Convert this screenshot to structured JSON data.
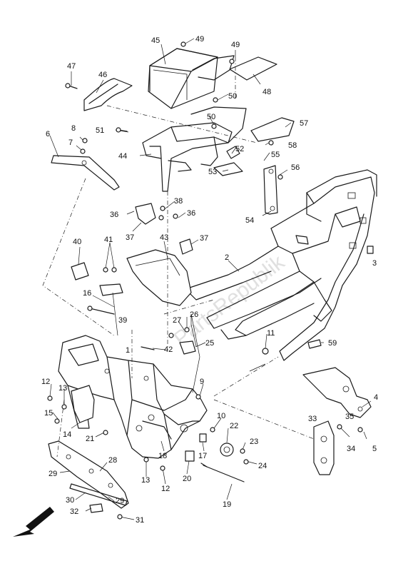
{
  "watermark": "PartsRepublik",
  "callouts": [
    {
      "id": "c1",
      "label": "1"
    },
    {
      "id": "c2",
      "label": "2"
    },
    {
      "id": "c3",
      "label": "3"
    },
    {
      "id": "c4",
      "label": "4"
    },
    {
      "id": "c5",
      "label": "5"
    },
    {
      "id": "c6",
      "label": "6"
    },
    {
      "id": "c7",
      "label": "7"
    },
    {
      "id": "c8",
      "label": "8"
    },
    {
      "id": "c9",
      "label": "9"
    },
    {
      "id": "c10",
      "label": "10"
    },
    {
      "id": "c11",
      "label": "11"
    },
    {
      "id": "c12a",
      "label": "12"
    },
    {
      "id": "c12b",
      "label": "12"
    },
    {
      "id": "c13a",
      "label": "13"
    },
    {
      "id": "c13b",
      "label": "13"
    },
    {
      "id": "c14",
      "label": "14"
    },
    {
      "id": "c15",
      "label": "15"
    },
    {
      "id": "c16",
      "label": "16"
    },
    {
      "id": "c17",
      "label": "17"
    },
    {
      "id": "c18",
      "label": "18"
    },
    {
      "id": "c19",
      "label": "19"
    },
    {
      "id": "c20",
      "label": "20"
    },
    {
      "id": "c21",
      "label": "21"
    },
    {
      "id": "c22",
      "label": "22"
    },
    {
      "id": "c23",
      "label": "23"
    },
    {
      "id": "c24",
      "label": "24"
    },
    {
      "id": "c25",
      "label": "25"
    },
    {
      "id": "c26",
      "label": "26"
    },
    {
      "id": "c27",
      "label": "27"
    },
    {
      "id": "c28",
      "label": "28"
    },
    {
      "id": "c29a",
      "label": "29"
    },
    {
      "id": "c29b",
      "label": "29"
    },
    {
      "id": "c30",
      "label": "30"
    },
    {
      "id": "c31",
      "label": "31"
    },
    {
      "id": "c32",
      "label": "32"
    },
    {
      "id": "c33",
      "label": "33"
    },
    {
      "id": "c34",
      "label": "34"
    },
    {
      "id": "c35",
      "label": "35"
    },
    {
      "id": "c36a",
      "label": "36"
    },
    {
      "id": "c36b",
      "label": "36"
    },
    {
      "id": "c37a",
      "label": "37"
    },
    {
      "id": "c37b",
      "label": "37"
    },
    {
      "id": "c38",
      "label": "38"
    },
    {
      "id": "c39",
      "label": "39"
    },
    {
      "id": "c40",
      "label": "40"
    },
    {
      "id": "c41",
      "label": "41"
    },
    {
      "id": "c42",
      "label": "42"
    },
    {
      "id": "c43",
      "label": "43"
    },
    {
      "id": "c44",
      "label": "44"
    },
    {
      "id": "c45",
      "label": "45"
    },
    {
      "id": "c46",
      "label": "46"
    },
    {
      "id": "c47",
      "label": "47"
    },
    {
      "id": "c48",
      "label": "48"
    },
    {
      "id": "c49a",
      "label": "49"
    },
    {
      "id": "c49b",
      "label": "49"
    },
    {
      "id": "c50a",
      "label": "50"
    },
    {
      "id": "c50b",
      "label": "50"
    },
    {
      "id": "c51",
      "label": "51"
    },
    {
      "id": "c52",
      "label": "52"
    },
    {
      "id": "c53",
      "label": "53"
    },
    {
      "id": "c54",
      "label": "54"
    },
    {
      "id": "c55",
      "label": "55"
    },
    {
      "id": "c56",
      "label": "56"
    },
    {
      "id": "c57",
      "label": "57"
    },
    {
      "id": "c58",
      "label": "58"
    },
    {
      "id": "c59",
      "label": "59"
    }
  ],
  "icons": {
    "front_arrow": "front-direction-arrow-icon"
  }
}
